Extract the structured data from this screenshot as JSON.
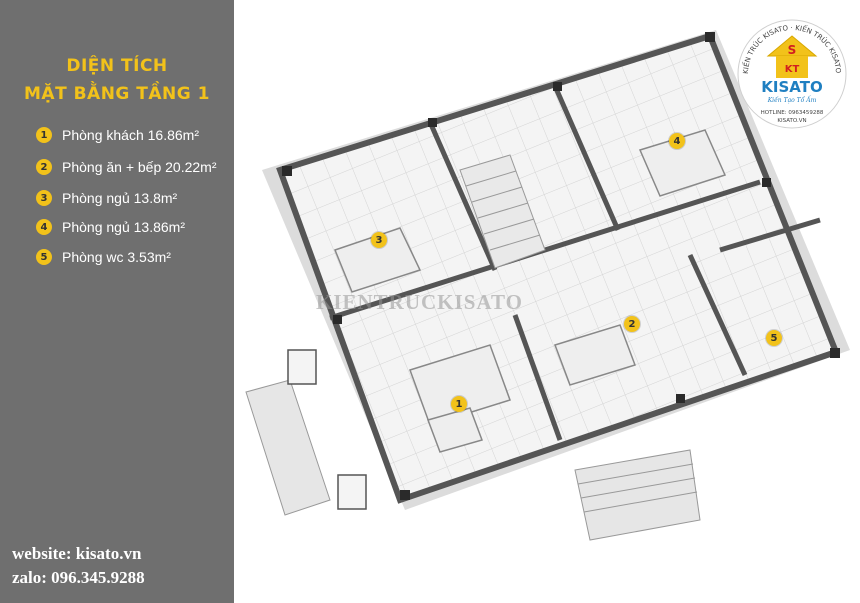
{
  "title": {
    "line1": "DIỆN TÍCH",
    "line2": "MẶT BẰNG TẦNG 1"
  },
  "legend": [
    {
      "number": "1",
      "label": "Phòng khách 16.86m²"
    },
    {
      "number": "2",
      "label": "Phòng ăn + bếp 20.22m²"
    },
    {
      "number": "3",
      "label": "Phòng ngủ 13.8m²"
    },
    {
      "number": "4",
      "label": "Phòng ngủ 13.86m²"
    },
    {
      "number": "5",
      "label": "Phòng wc 3.53m²"
    }
  ],
  "contact": {
    "website": "website: kisato.vn",
    "zalo": "zalo: 096.345.9288"
  },
  "watermark": "KIENTRUCKISATO",
  "logo": {
    "ring_text": "KIẾN TRÚC KISATO · KIẾN TRÚC KISATO",
    "hotline": "HOTLINE: 0963459288",
    "site": "KISATO.VN",
    "badge_top": "S",
    "badge_bottom": "KT",
    "brand": "KISATO",
    "slogan": "Kiến Tạo Tổ Ấm"
  },
  "colors": {
    "sidebar": "#6f6f6f",
    "accent": "#f2c21a",
    "brand": "#1f7fc1"
  },
  "icons": [
    "number-marker-icon",
    "house-logo-icon"
  ]
}
